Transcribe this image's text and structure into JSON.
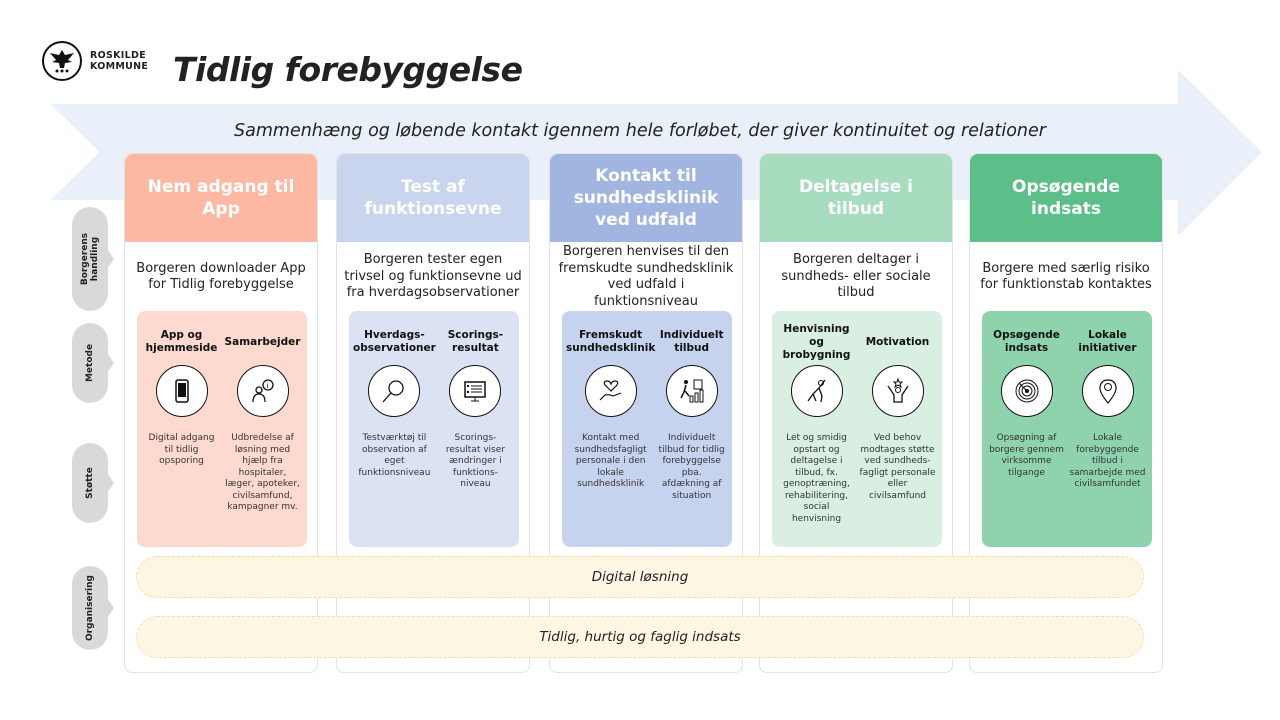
{
  "logo": {
    "line1": "ROSKILDE",
    "line2": "KOMMUNE"
  },
  "title": "Tidlig forebyggelse",
  "subtitle": "Sammenhæng og løbende kontakt igennem hele forløbet, der giver kontinuitet og relationer",
  "row_labels": [
    "Borgerens handling",
    "Metode",
    "Støtte",
    "Organisering"
  ],
  "columns": [
    {
      "title": "Nem adgang til App",
      "head_color": "#fdb8a4",
      "card_color": "#fdd9cf",
      "title_color": "#ffffff",
      "description": "Borgeren downloader App for Tidlig forebyggelse",
      "methods": [
        {
          "title": "App og hjemmeside",
          "icon": "smartphone-icon",
          "text": "Digital adgang til tidlig opsporing"
        },
        {
          "title": "Samarbejder",
          "icon": "person-info-icon",
          "text": "Udbredelse af løsning med hjælp fra hospitaler, læger, apoteker, civilsamfund, kampagner mv."
        }
      ]
    },
    {
      "title": "Test af funktionsevne",
      "head_color": "#c9d5ee",
      "card_color": "#dbe2f3",
      "title_color": "#ffffff",
      "description": "Borgeren tester egen trivsel og funktionsevne ud fra hverdagsobservationer",
      "methods": [
        {
          "title": "Hverdags-observationer",
          "icon": "magnifier-icon",
          "text": "Testværktøj til observation af eget funktionsniveau"
        },
        {
          "title": "Scorings-resultat",
          "icon": "monitor-list-icon",
          "text": "Scorings-resultat viser ændringer i funktions-niveau"
        }
      ]
    },
    {
      "title": "Kontakt til sundhedsklinik ved udfald",
      "head_color": "#a2b5e0",
      "card_color": "#c6d3ee",
      "title_color": "#ffffff",
      "description": "Borgeren henvises til den fremskudte sundhedsklinik ved udfald i funktionsniveau",
      "methods": [
        {
          "title": "Fremskudt sundhedsklinik",
          "icon": "heart-hand-icon",
          "text": "Kontakt med sundhedsfagligt personale i den lokale sundhedsklinik"
        },
        {
          "title": "Individuelt tilbud",
          "icon": "climbing-bars-icon",
          "text": "Individuelt tilbud for tidlig forebyggelse pba. afdækning af situation"
        }
      ]
    },
    {
      "title": "Deltagelse i tilbud",
      "head_color": "#a7dcbf",
      "card_color": "#d8efe2",
      "title_color": "#ffffff",
      "description": "Borgeren deltager i sundheds- eller sociale tilbud",
      "methods": [
        {
          "title": "Henvisning og brobygning",
          "icon": "stretching-person-icon",
          "text": "Let og smidig opstart og deltagelse i tilbud, fx. genoptræning, rehabilitering, social henvisning"
        },
        {
          "title": "Motivation",
          "icon": "cheering-person-icon",
          "text": "Ved behov modtages støtte ved sundheds-fagligt personale eller civilsamfund"
        }
      ]
    },
    {
      "title": "Opsøgende indsats",
      "head_color": "#5cbf8a",
      "card_color": "#8fd3ae",
      "title_color": "#ffffff",
      "description": "Borgere med særlig risiko for funktionstab kontaktes",
      "methods": [
        {
          "title": "Opsøgende indsats",
          "icon": "radar-icon",
          "text": "Opsøgning af borgere gennem virksomme tilgange"
        },
        {
          "title": "Lokale initiativer",
          "icon": "location-pin-icon",
          "text": "Lokale forebyggende tilbud i samarbejde med civilsamfundet"
        }
      ]
    }
  ],
  "bands": [
    "Digital løsning",
    "Tidlig, hurtig og faglig indsats"
  ],
  "colors": {
    "arrow": "#eaf0f9",
    "row_label": "#d9d9d9",
    "band": "#fdf6e3"
  }
}
